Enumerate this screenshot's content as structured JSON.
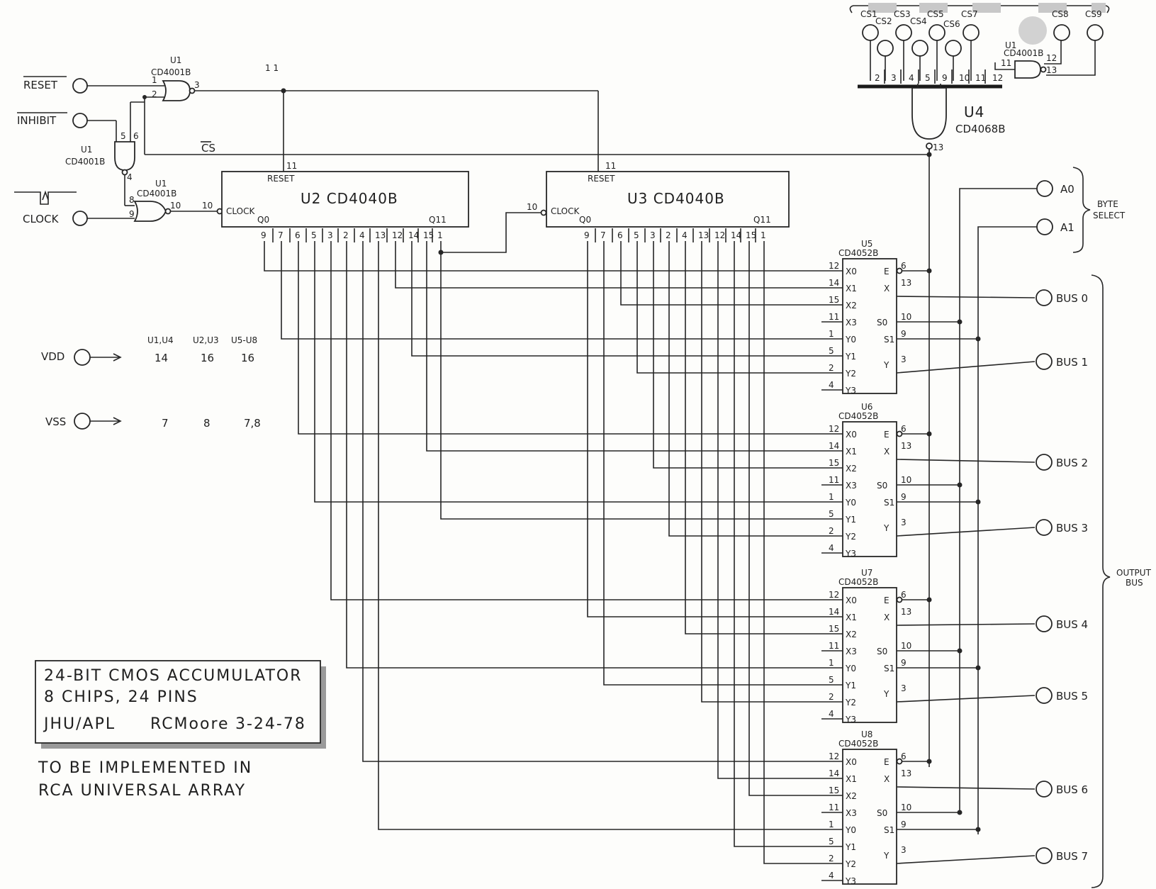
{
  "inputs": {
    "reset": "RESET",
    "inhibit": "INHIBIT",
    "clock": "CLOCK",
    "cs_bar": "CS",
    "vdd": "VDD",
    "vss": "VSS"
  },
  "gates": {
    "u1_name": "U1",
    "u1_type": "CD4001B",
    "u4_name": "U4",
    "u4_type": "CD4068B"
  },
  "counters": {
    "u2": "U2  CD4040B",
    "u3": "U3  CD4040B",
    "reset": "RESET",
    "clock": "CLOCK",
    "q0": "Q0",
    "q11": "Q11",
    "pins": [
      "9",
      "7",
      "6",
      "5",
      "3",
      "2",
      "4",
      "13",
      "12",
      "14",
      "15",
      "1"
    ]
  },
  "mux": {
    "type": "CD4052B",
    "units": [
      "U5",
      "U6",
      "U7",
      "U8"
    ],
    "left_labels": [
      "X0",
      "X1",
      "X2",
      "X3",
      "Y0",
      "Y1",
      "Y2",
      "Y3"
    ],
    "left_pins": [
      "12",
      "14",
      "15",
      "11",
      "1",
      "5",
      "2",
      "4"
    ],
    "right_labels": [
      "E",
      "X",
      "S0",
      "S1",
      "Y"
    ],
    "right_pins": [
      "6",
      "13",
      "10",
      "9",
      "3"
    ]
  },
  "chip_selects": [
    "CS1",
    "CS2",
    "CS3",
    "CS4",
    "CS5",
    "CS6",
    "CS7",
    "CS8",
    "CS9"
  ],
  "u4_pins": [
    "2",
    "3",
    "4",
    "5",
    "9",
    "10",
    "11",
    "12"
  ],
  "byte_select": {
    "a0": "A0",
    "a1": "A1",
    "label_line1": "BYTE",
    "label_line2": "SELECT"
  },
  "output_bus": {
    "lines": [
      "BUS 0",
      "BUS 1",
      "BUS 2",
      "BUS 3",
      "BUS 4",
      "BUS 5",
      "BUS 6",
      "BUS 7"
    ],
    "label_line1": "OUTPUT",
    "label_line2": "BUS"
  },
  "power_table": {
    "headers": [
      "U1,U4",
      "U2,U3",
      "U5-U8"
    ],
    "vdd": [
      "14",
      "16",
      "16"
    ],
    "vss": [
      "7",
      "8",
      "7,8"
    ]
  },
  "title_block": {
    "line1": "24-BIT  CMOS  ACCUMULATOR",
    "line2": "8 CHIPS,    24 PINS",
    "org": "JHU/APL",
    "author": "RCMoore",
    "date": "3-24-78"
  },
  "note": {
    "line1": "TO BE IMPLEMENTED IN",
    "line2": "RCA UNIVERSAL ARRAY"
  },
  "colors": {
    "ink": "#262626",
    "paper": "#fdfdfb",
    "redaction": "#c8c8c8"
  }
}
